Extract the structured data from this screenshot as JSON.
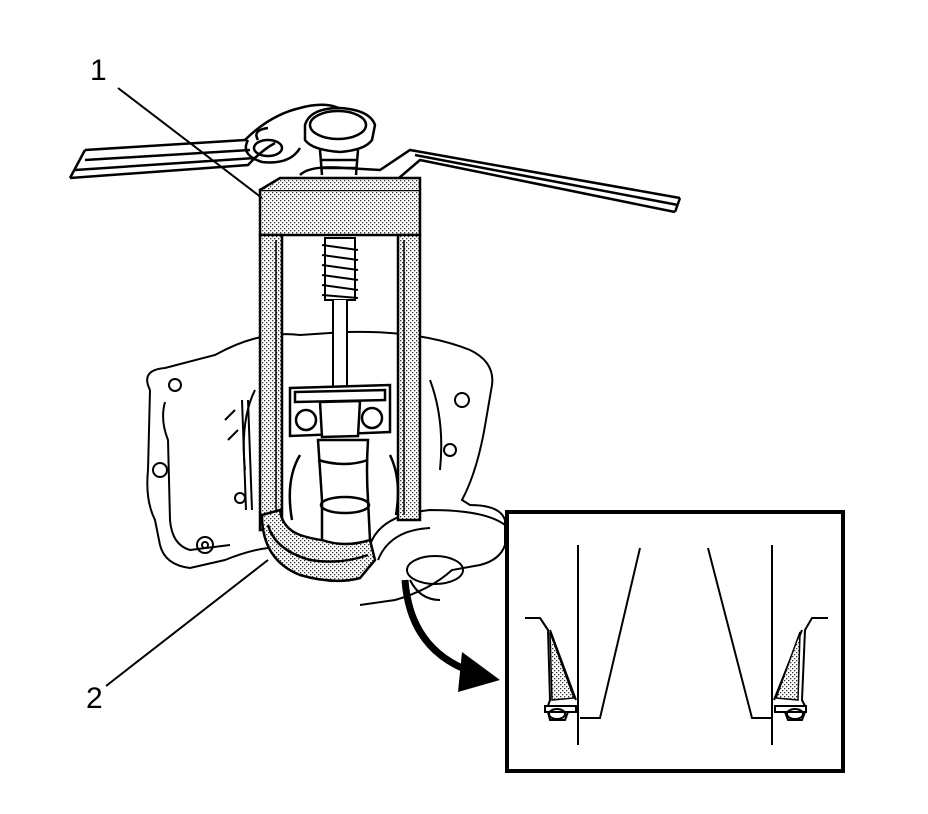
{
  "callouts": [
    {
      "id": "1",
      "label": "1",
      "part": "puller-bridge-frame"
    },
    {
      "id": "2",
      "label": "2",
      "part": "puller-jaw-adapter"
    }
  ],
  "colors": {
    "ink": "#000000",
    "paper": "#ffffff",
    "stipple": "#9a9a9a"
  },
  "inset": {
    "present": true,
    "arrow_direction": "down-right"
  }
}
